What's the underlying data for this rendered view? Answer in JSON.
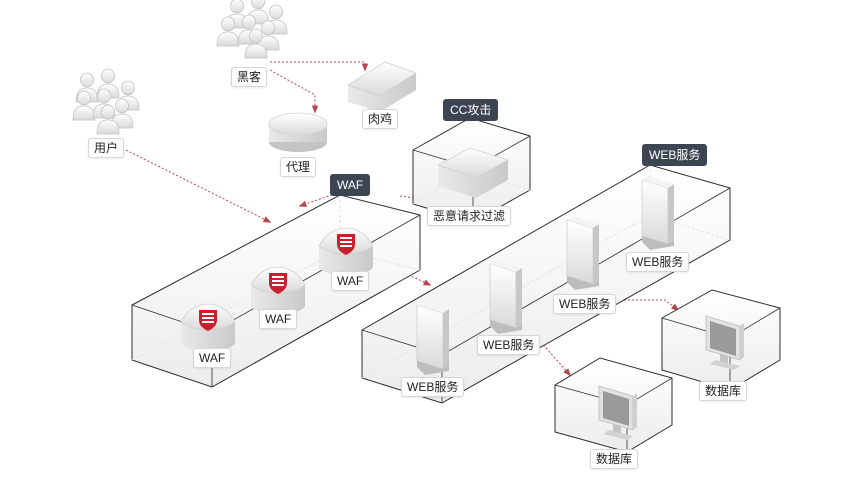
{
  "headers": {
    "waf": "WAF",
    "cc_attack": "CC攻击",
    "web_service": "WEB服务"
  },
  "labels": {
    "hacker": "黑客",
    "user": "用户",
    "proxy": "代理",
    "zombie": "肉鸡",
    "malicious_filter": "恶意请求过滤",
    "waf_1": "WAF",
    "waf_2": "WAF",
    "waf_3": "WAF",
    "web_1": "WEB服务",
    "web_2": "WEB服务",
    "web_3": "WEB服务",
    "web_4": "WEB服务",
    "db_1": "数据库",
    "db_2": "数据库"
  },
  "icons": {
    "person": "person-icon",
    "router": "router-icon",
    "shield": "shield-icon",
    "server": "server-tower-icon",
    "monitor": "monitor-icon"
  },
  "colors": {
    "flow_line": "#b5474b",
    "header_bg": "#3e4552",
    "shield_red": "#c8202c",
    "box_edge": "#3a3a3a"
  }
}
